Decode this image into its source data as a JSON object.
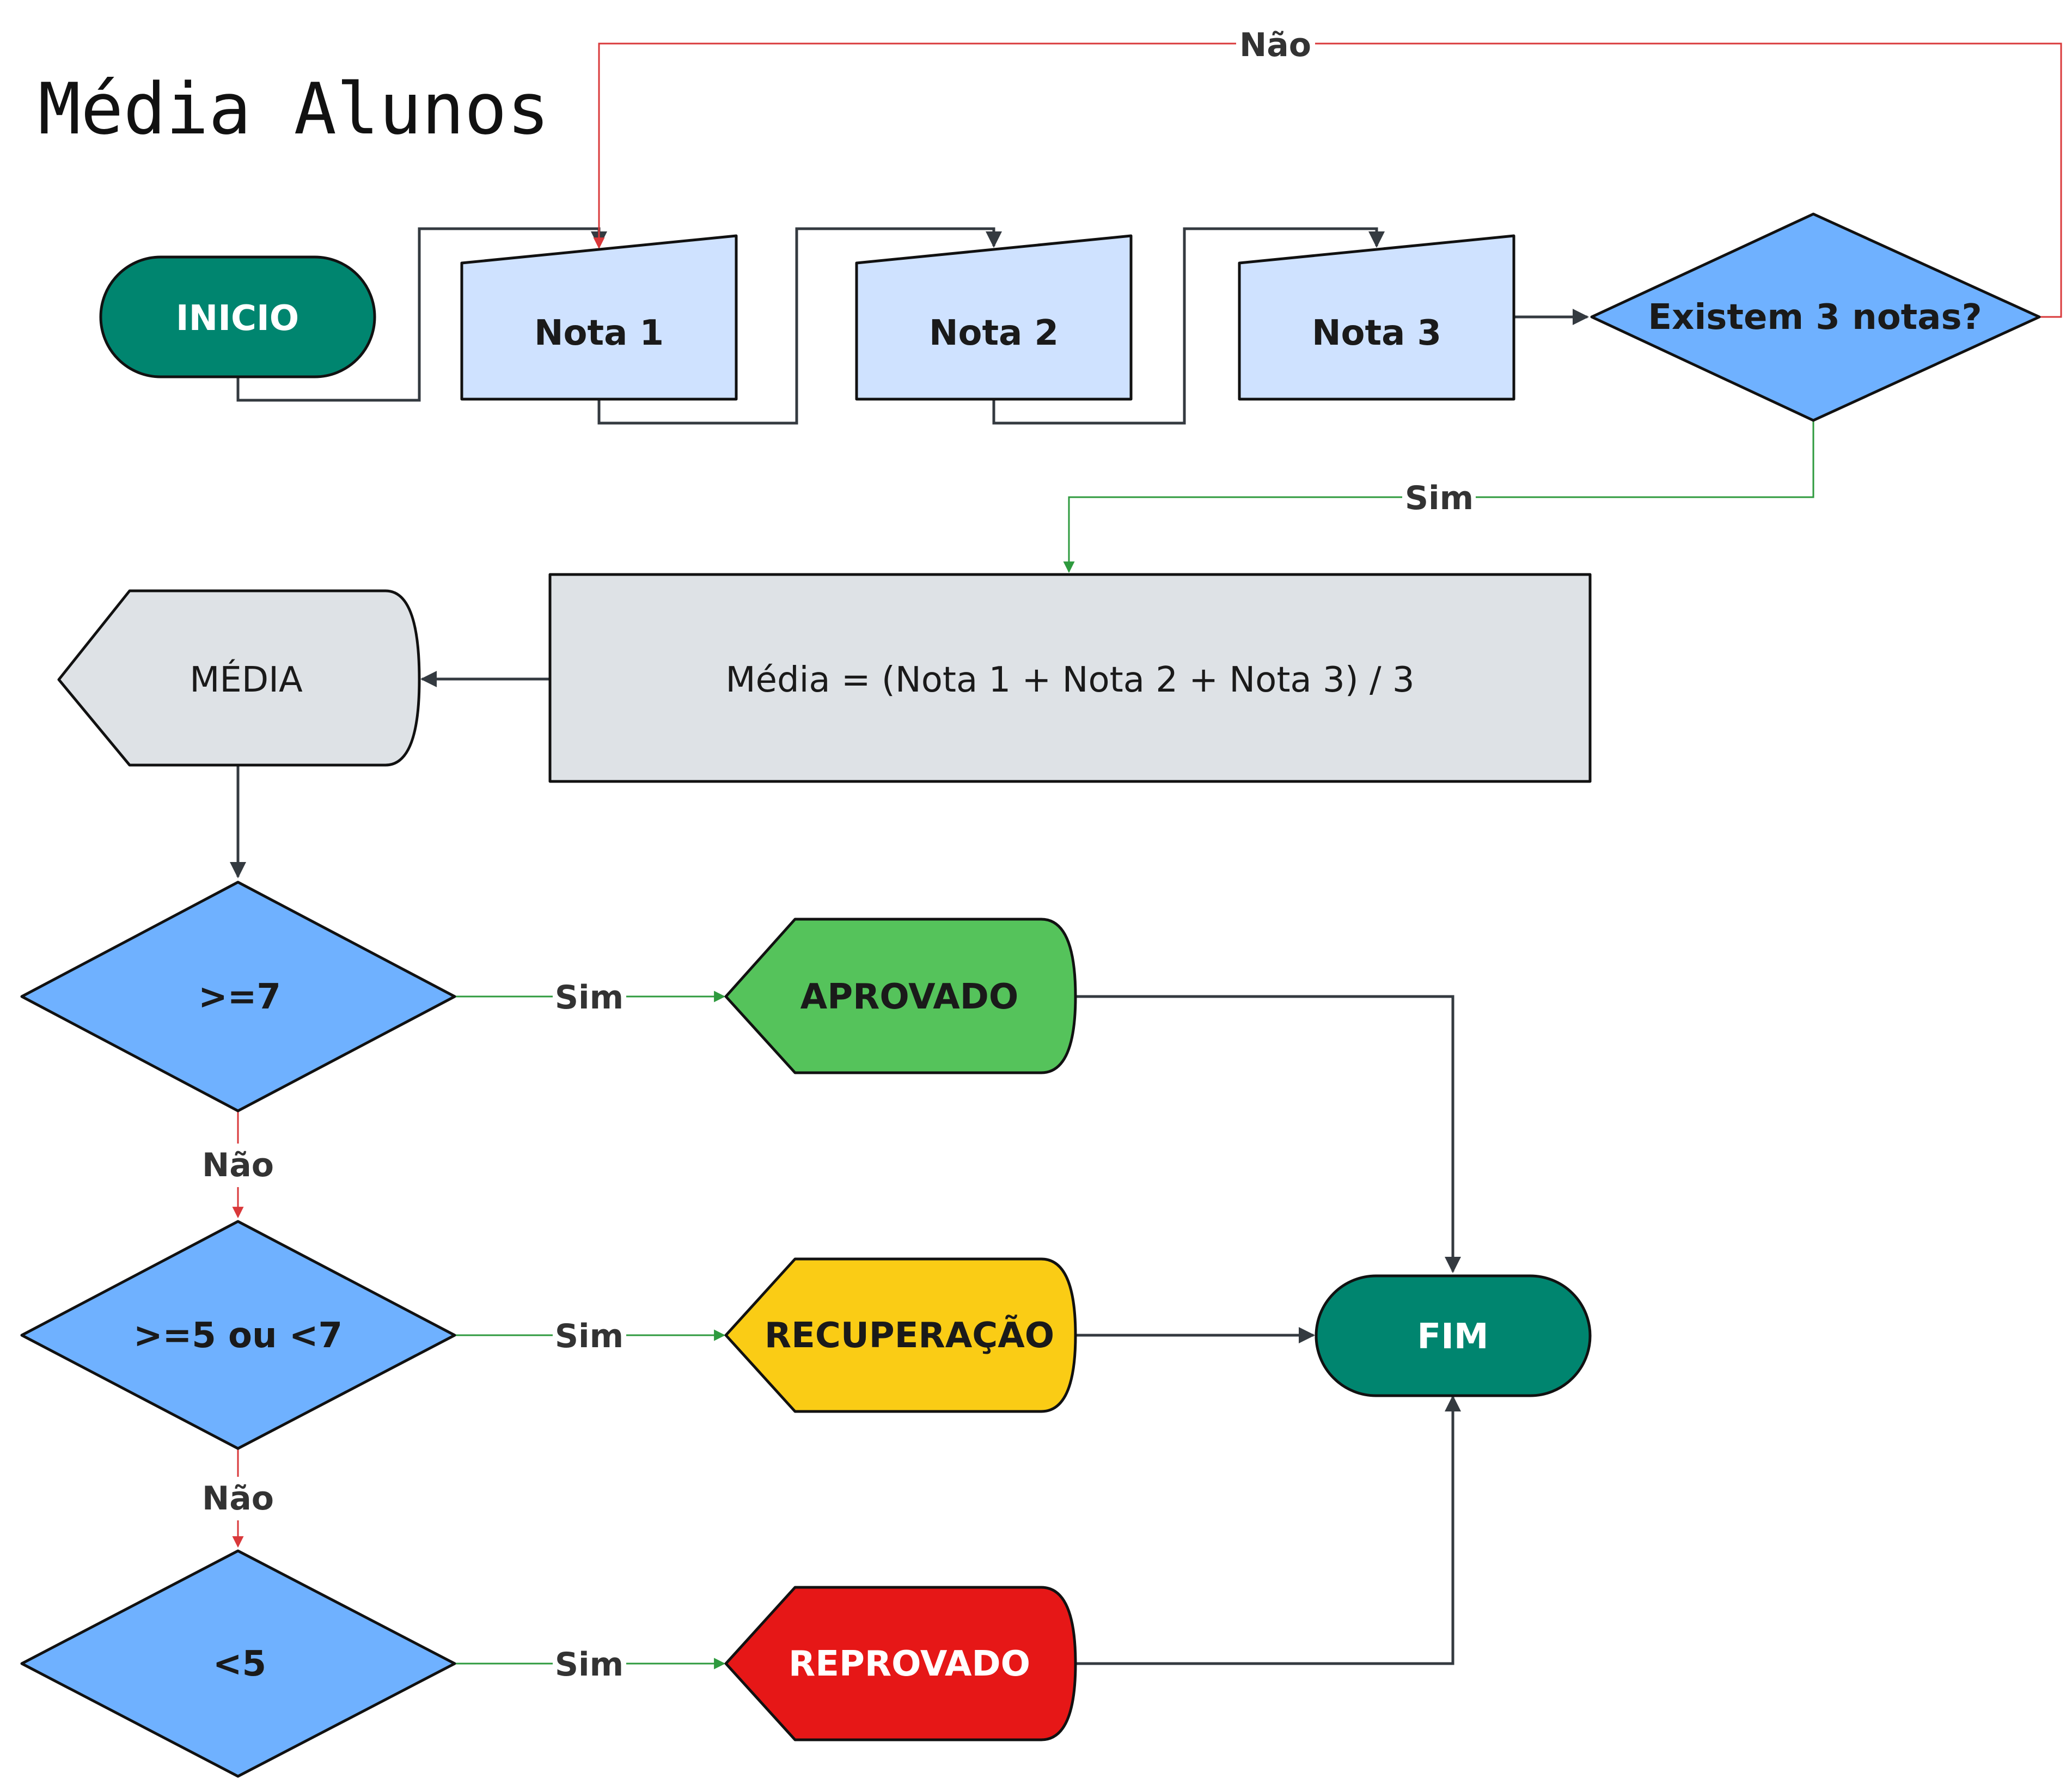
{
  "title": "Média Alunos",
  "colors": {
    "terminal": "#00856f",
    "input": "#cfe2ff",
    "decision": "#6fb1ff",
    "process": "#dee2e6",
    "display": "#dee2e6",
    "approved": "#55c35b",
    "recovery": "#facc15",
    "failed": "#e61717",
    "edge_default": "#343a40",
    "edge_no": "#d9383a",
    "edge_yes": "#2e9a3e"
  },
  "nodes": {
    "start": "INICIO",
    "nota1": "Nota 1",
    "nota2": "Nota 2",
    "nota3": "Nota 3",
    "check_notes": "Existem 3 notas?",
    "compute": "Média = (Nota 1 + Nota 2 + Nota 3) / 3",
    "media": "MÉDIA",
    "ge7": ">=7",
    "ge5_lt7": ">=5 ou <7",
    "lt5": "<5",
    "approved": "APROVADO",
    "recovery": "RECUPERAÇÃO",
    "failed": "REPROVADO",
    "end": "FIM"
  },
  "edge_labels": {
    "check_no": "Não",
    "check_yes": "Sim",
    "ge7_yes": "Sim",
    "ge7_no": "Não",
    "ge5_yes": "Sim",
    "ge5_no": "Não",
    "lt5_yes": "Sim"
  }
}
